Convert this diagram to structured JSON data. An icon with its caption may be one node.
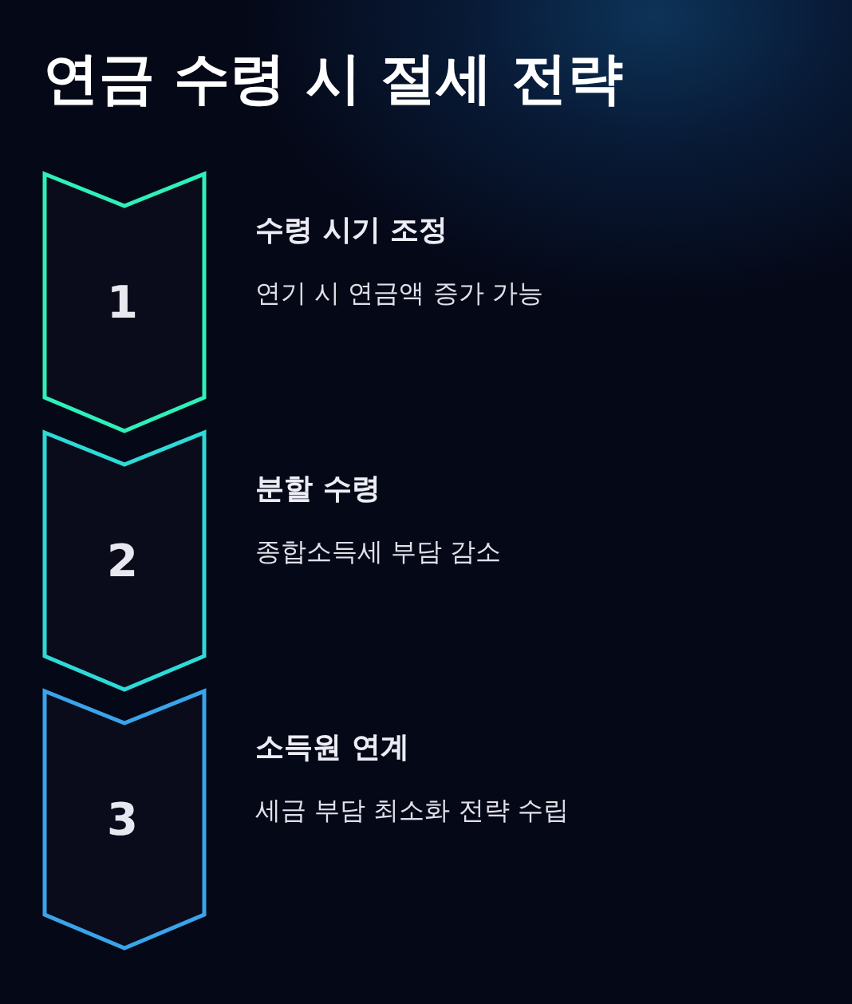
{
  "diagram": {
    "title": "연금 수령 시 절세 전략",
    "nodes": [
      {
        "text": [
          "1"
        ],
        "beside": [
          "수령 시기 조정",
          "연기 시 연금액 증가 가능"
        ]
      },
      {
        "text": [
          "2"
        ],
        "beside": [
          "분할 수령",
          "종합소득세 부담 감소"
        ]
      },
      {
        "text": [
          "3"
        ],
        "beside": [
          "소득원 연계",
          "세금 부담 최소화 전략 수립"
        ]
      }
    ]
  }
}
